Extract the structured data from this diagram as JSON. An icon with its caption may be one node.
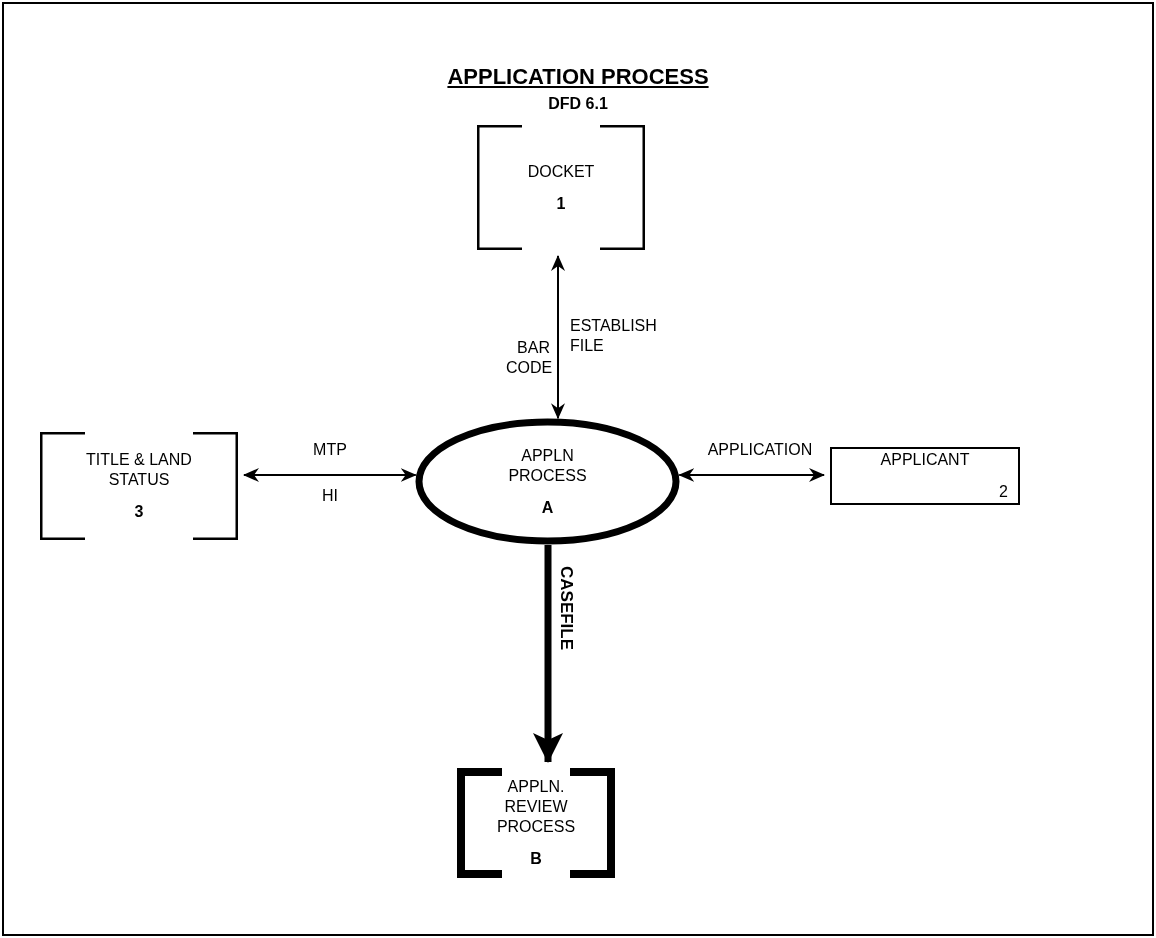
{
  "diagram": {
    "title": "APPLICATION PROCESS",
    "nodes": [
      {
        "text": [
          "DOCKET",
          "1"
        ]
      },
      {
        "text": [
          "TITLE & LAND STATUS",
          "3"
        ]
      },
      {
        "text": [
          "APPLN PROCESS",
          "A"
        ]
      },
      {
        "text": [
          "APPLICANT",
          "2"
        ]
      },
      {
        "text": [
          "APPLN. REVIEW PROCESS",
          "B"
        ]
      }
    ],
    "edges": [
      {
        "from": 2,
        "to": 0,
        "arrow": "both",
        "label": "BAR CODE"
      },
      {
        "from": 1,
        "to": 2,
        "arrow": "both",
        "label": "MTP"
      },
      {
        "from": 2,
        "to": 3,
        "arrow": "both",
        "label": "APPLICATION"
      },
      {
        "from": 2,
        "to": 4,
        "arrow": "to",
        "label": "CASEFILE",
        "style": "thick"
      }
    ],
    "labels": [
      "DFD 6.1",
      "ESTABLISH FILE",
      "HI"
    ]
  }
}
